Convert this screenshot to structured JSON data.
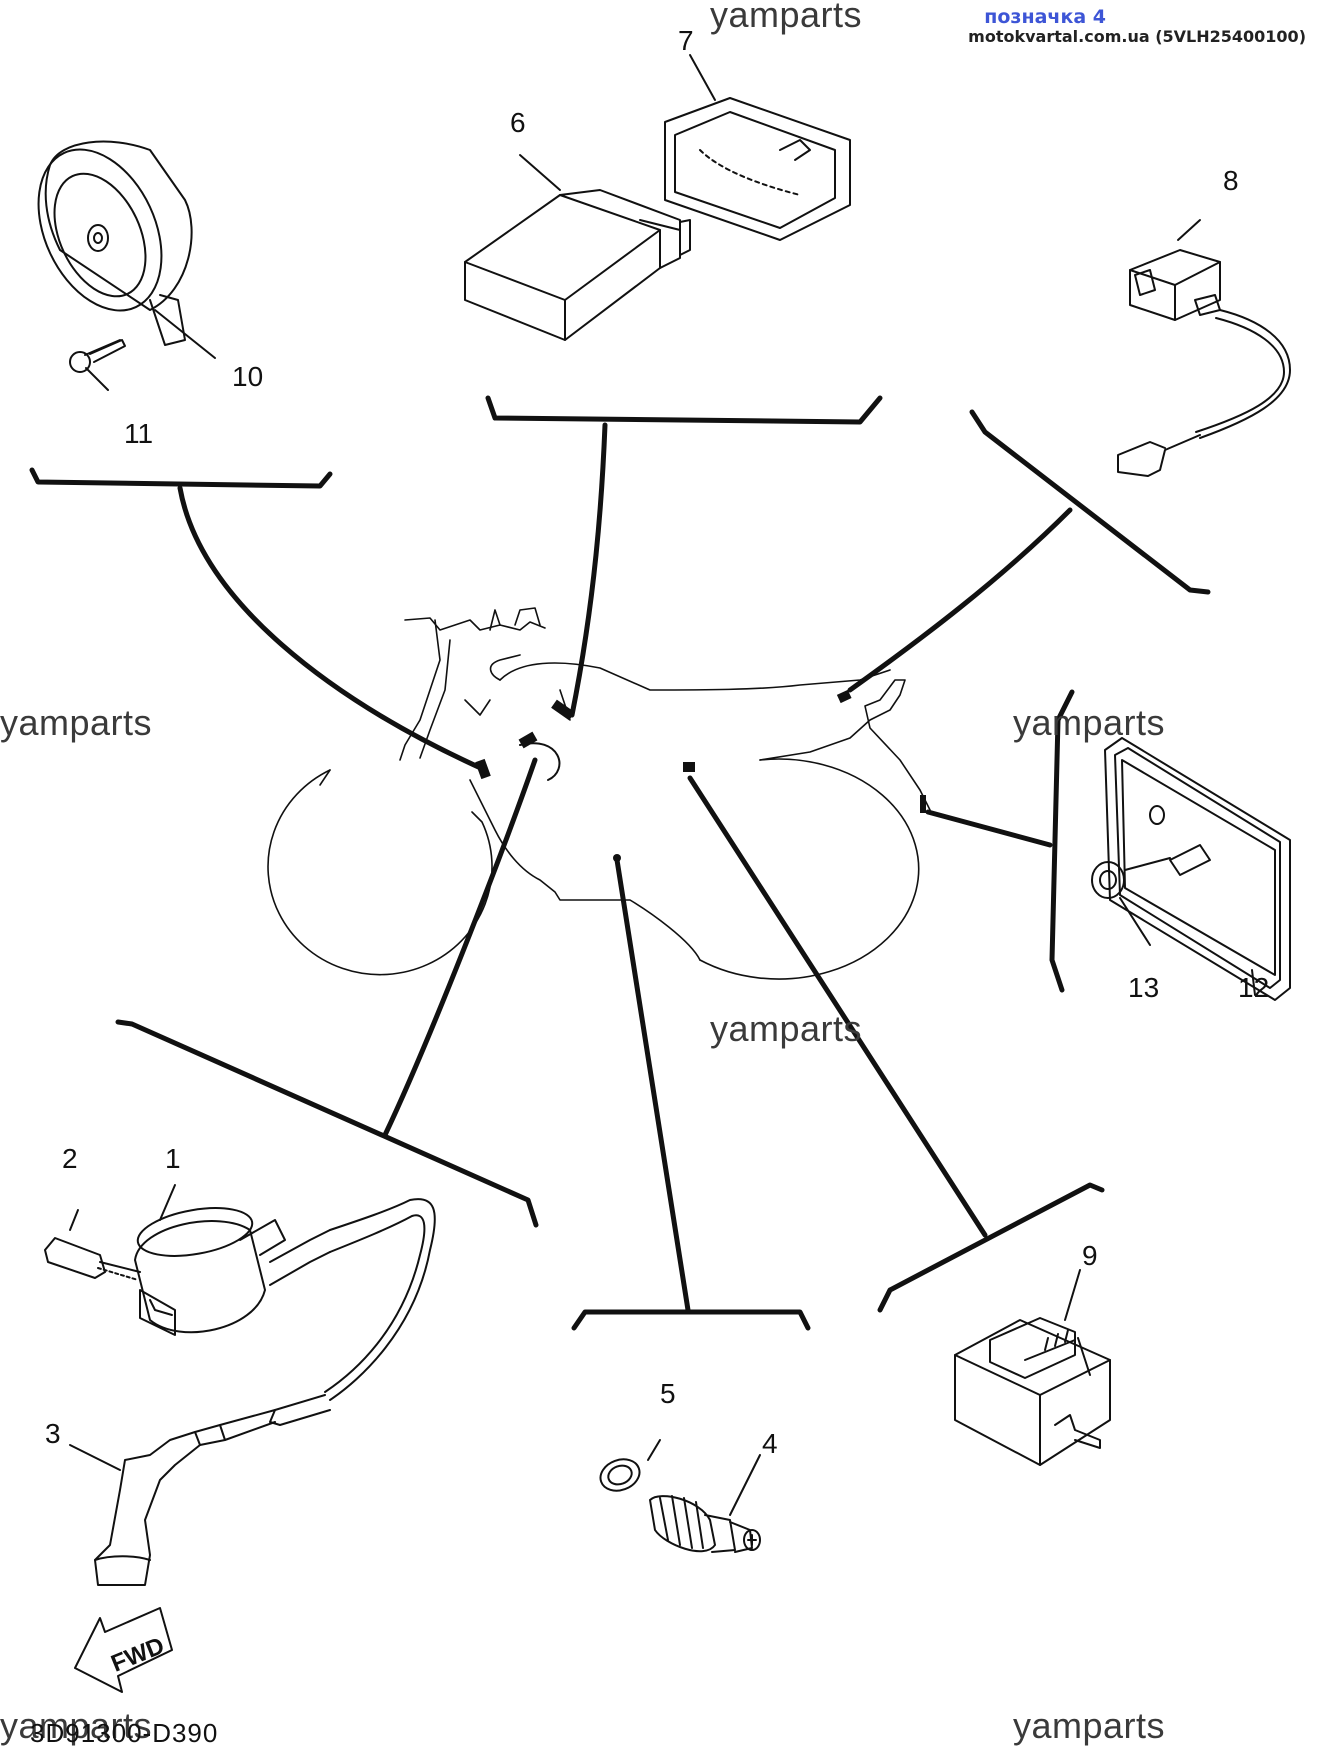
{
  "header": {
    "link_text": "позначка 4",
    "site_text": "motokvartal.com.ua (5VLH25400100)"
  },
  "watermarks": [
    "yamparts",
    "yamparts",
    "yamparts",
    "yamparts",
    "yamparts",
    "yamparts"
  ],
  "callouts": [
    "1",
    "2",
    "3",
    "4",
    "5",
    "6",
    "7",
    "8",
    "9",
    "10",
    "11",
    "12",
    "13"
  ],
  "fwd_label": "FWD",
  "diagram_code": "3D91300-D390",
  "colors": {
    "line": "#111111",
    "link": "#3d55d6"
  }
}
